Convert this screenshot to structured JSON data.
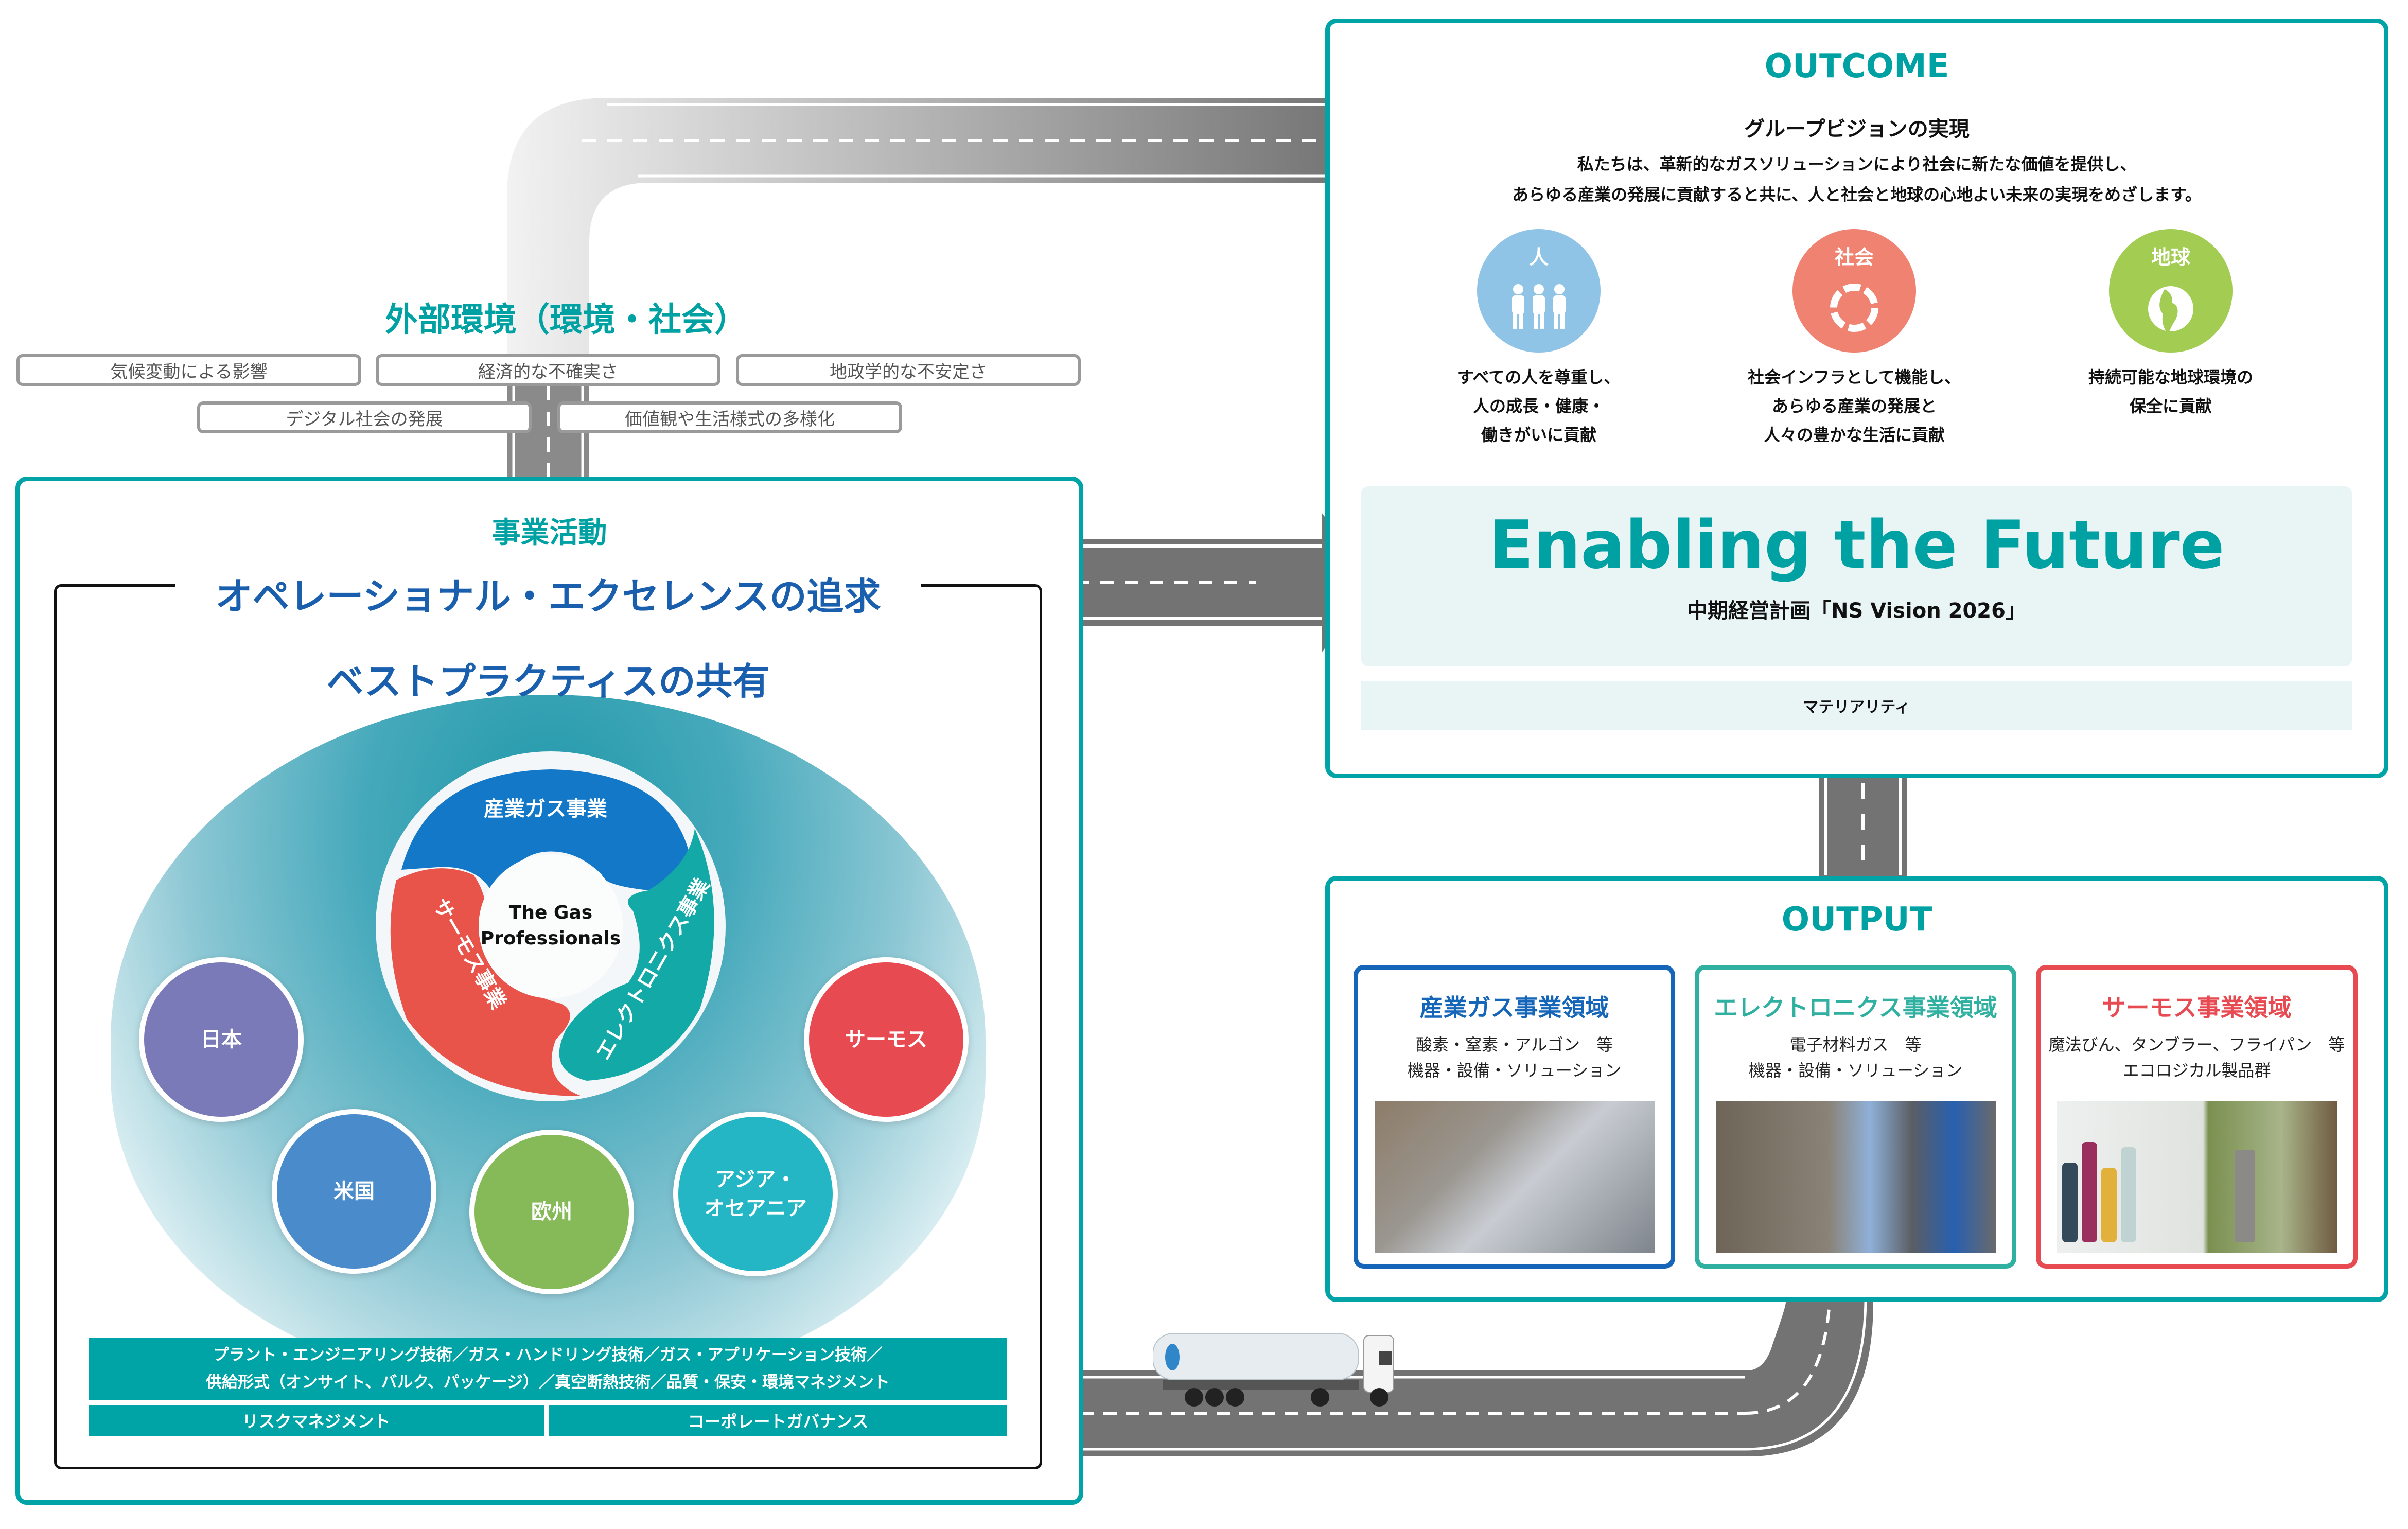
{
  "external_environment": {
    "title": "外部環境（環境・社会）",
    "factors": [
      "気候変動による影響",
      "経済的な不確実さ",
      "地政学的な不安定さ",
      "デジタル社会の発展",
      "価値観や生活様式の多様化"
    ]
  },
  "business_activities": {
    "title": "事業活動",
    "frame_title": "オペレーショナル・エクセレンスの追求",
    "subtitle": "ベストプラクティスの共有",
    "core": {
      "center_label": [
        "The Gas",
        "Professionals"
      ],
      "segments": [
        {
          "label": "産業ガス事業",
          "color": "#1478c8"
        },
        {
          "label": "エレクトロニクス事業",
          "color": "#12a9a6"
        },
        {
          "label": "サーモス事業",
          "color": "#e8534a"
        }
      ]
    },
    "regions": [
      {
        "label": "日本",
        "color": "#7a7ab8"
      },
      {
        "label": "米国",
        "color": "#4a8bcb"
      },
      {
        "label": "欧州",
        "color": "#86b957"
      },
      {
        "label": "アジア・\nオセアニア",
        "color": "#24b6c4"
      },
      {
        "label": "サーモス",
        "color": "#e84a52"
      }
    ],
    "foundation_technologies": [
      "プラント・エンジニアリング技術／ガス・ハンドリング技術／ガス・アプリケーション技術／",
      "供給形式（オンサイト、バルク、パッケージ）／真空断熱技術／品質・保安・環境マネジメント"
    ],
    "foundation_bottom": [
      "リスクマネジメント",
      "コーポレートガバナンス"
    ]
  },
  "output": {
    "title": "OUTPUT",
    "cards": [
      {
        "title": "産業ガス事業領域",
        "lines": [
          "酸素・窒素・アルゴン　等",
          "機器・設備・ソリューション"
        ],
        "color": "#1565b8",
        "photo": "air-separation-plant-photo"
      },
      {
        "title": "エレクトロニクス事業領域",
        "lines": [
          "電子材料ガス　等",
          "機器・設備・ソリューション"
        ],
        "color": "#2fb0a0",
        "photo": "gas-cylinder-worker-photo"
      },
      {
        "title": "サーモス事業領域",
        "lines": [
          "魔法びん、タンブラー、フライパン　等",
          "エコロジカル製品群"
        ],
        "color": "#e84a52",
        "photo": "thermos-bottles-photo"
      }
    ]
  },
  "outcome": {
    "title": "OUTCOME",
    "vision_heading": "グループビジョンの実現",
    "vision_lines": [
      "私たちは、革新的なガスソリューションにより社会に新たな価値を提供し、",
      "あらゆる産業の発展に貢献すると共に、人と社会と地球の心地よい未来の実現をめざします。"
    ],
    "pillars": [
      {
        "label": "人",
        "icon": "people-icon",
        "color": "#8fc4e6",
        "caption": [
          "すべての人を尊重し、",
          "人の成長・健康・",
          "働きがいに貢献"
        ]
      },
      {
        "label": "社会",
        "icon": "community-circle-icon",
        "color": "#ef8270",
        "caption": [
          "社会インフラとして機能し、",
          "あらゆる産業の発展と",
          "人々の豊かな生活に貢献"
        ]
      },
      {
        "label": "地球",
        "icon": "globe-icon",
        "color": "#a2cc52",
        "caption": [
          "持続可能な地球環境の",
          "保全に貢献"
        ]
      }
    ],
    "slogan": "Enabling the Future",
    "plan": "中期経営計画「NS Vision 2026」",
    "materiality": "マテリアリティ"
  },
  "colors": {
    "teal": "#00a4a6",
    "road": "#737373",
    "navy_text": "#1a5fae"
  }
}
